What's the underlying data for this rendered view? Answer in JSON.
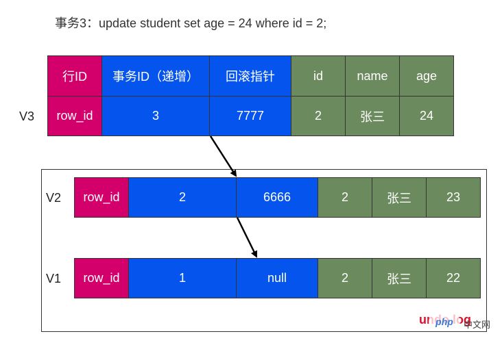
{
  "title": "事务3：update student set age = 24 where id = 2;",
  "header": [
    "行ID",
    "事务ID（递增）",
    "回滚指针",
    "id",
    "name",
    "age"
  ],
  "versions": [
    {
      "label": "V3",
      "cells": [
        "row_id",
        "3",
        "7777",
        "2",
        "张三",
        "24"
      ]
    },
    {
      "label": "V2",
      "cells": [
        "row_id",
        "2",
        "6666",
        "2",
        "张三",
        "23"
      ]
    },
    {
      "label": "V1",
      "cells": [
        "row_id",
        "1",
        "null",
        "2",
        "张三",
        "22"
      ]
    }
  ],
  "undo_label": "undo log",
  "watermark": {
    "logo": "php",
    "text": "中文网"
  },
  "colors": {
    "row_id": "#d3006b",
    "trx": "#0554ee",
    "data": "#6b8a5e",
    "undo_label": "#e0102a"
  }
}
